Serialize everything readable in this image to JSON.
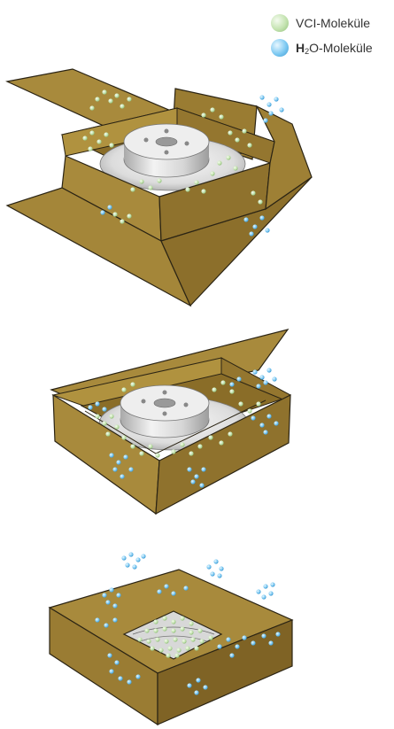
{
  "legend": {
    "items": [
      {
        "id": "vci",
        "label": "VCI-Moleküle",
        "color": "#c4e3b0",
        "icon": "vci-molecule-icon"
      },
      {
        "id": "h2o",
        "label_bold": "H",
        "label_sub": "2",
        "label_rest": "O-Moleküle",
        "color": "#7dc9f2",
        "icon": "h2o-molecule-icon"
      }
    ]
  },
  "colors": {
    "cardboard_light": "#a88a3c",
    "cardboard_mid": "#94762f",
    "cardboard_dark": "#7a5f22",
    "outline": "#2b2414",
    "metal_light": "#eeeeee",
    "metal_dark": "#b5b5b5"
  },
  "stages": [
    {
      "name": "open-box",
      "state": "open"
    },
    {
      "name": "half-closed-box",
      "state": "half-closed"
    },
    {
      "name": "closed-box",
      "state": "closed"
    }
  ]
}
